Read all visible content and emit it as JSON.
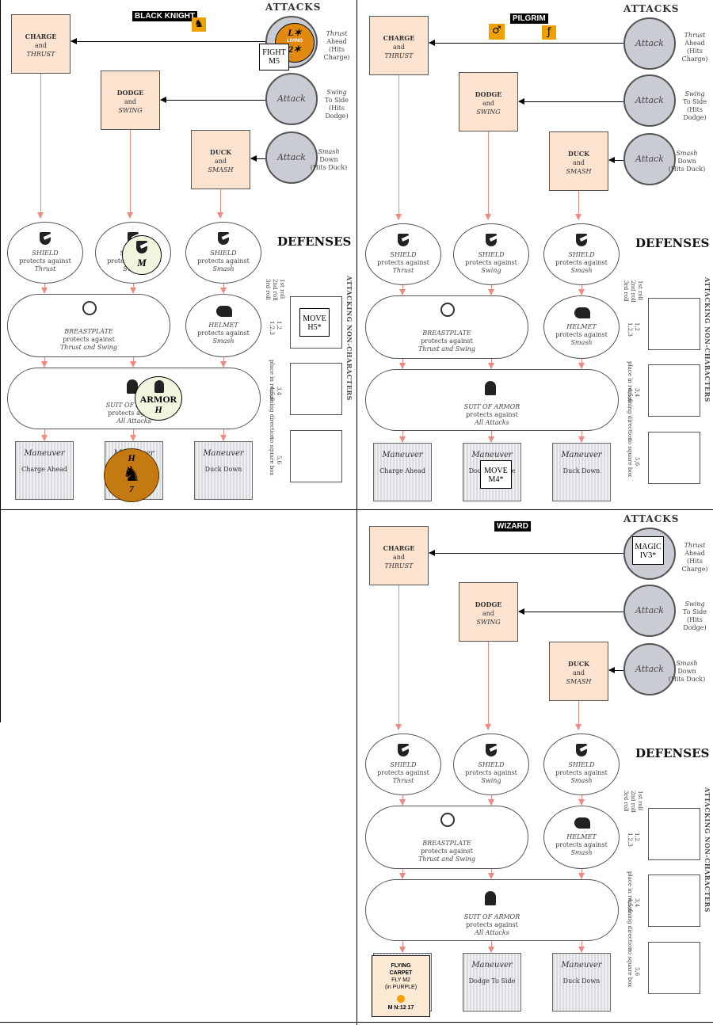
{
  "labels": {
    "attacks": "ATTACKS",
    "defenses": "DEFENSES",
    "nonchar": "ATTACKING NON-CHARACTERS",
    "rolls": [
      "1st roll",
      "2nd roll",
      "3rd roll"
    ],
    "roll_sets": [
      "1,2",
      "1,2,3",
      "3,4",
      "4,5,6",
      "5,6"
    ],
    "place_hint": "place in remaining direction",
    "to_box": "to square box"
  },
  "maneuvers": {
    "charge": {
      "l1": "CHARGE",
      "l2": "and",
      "l3": "THRUST"
    },
    "dodge": {
      "l1": "DODGE",
      "l2": "and",
      "l3": "SWING"
    },
    "duck": {
      "l1": "DUCK",
      "l2": "and",
      "l3": "SMASH"
    }
  },
  "attacks": {
    "word": "Attack",
    "thrust": {
      "a": "Thrust",
      "b": "Ahead",
      "c": "(Hits Charge)"
    },
    "swing": {
      "a": "Swing",
      "b": "To Side",
      "c": "(Hits Dodge)"
    },
    "smash": {
      "a": "Smash",
      "b": "Down",
      "c": "(Hits Duck)"
    }
  },
  "defenses": {
    "shield_name": "SHIELD",
    "protects": "protects against",
    "thrust": "Thrust",
    "swing": "Swing",
    "smash": "Smash",
    "breastplate": "BREASTPLATE",
    "thrust_swing": "Thrust and Swing",
    "helmet": "HELMET",
    "suit": "SUIT OF ARMOR",
    "all": "All Attacks"
  },
  "maneuver_boxes": {
    "title": "Maneuver",
    "charge": "Charge Ahead",
    "dodge": "Dodge To Side",
    "duck": "Duck Down"
  },
  "sheets": {
    "black_knight": {
      "name": "BLACK KNIGHT",
      "fight_chit": [
        "FIGHT",
        "M5"
      ],
      "move_chit": [
        "MOVE",
        "H5*"
      ],
      "living_chit": {
        "top": "L✶",
        "mid": "LIVING",
        "bot": "2✶"
      },
      "shield_chit": "M",
      "armor_chit": [
        "ARMOR",
        "H"
      ],
      "horse_chit": {
        "top": "H",
        "bot": "7"
      }
    },
    "pilgrim": {
      "name": "PILGRIM",
      "move_chit": [
        "MOVE",
        "M4*"
      ]
    },
    "wizard": {
      "name": "WIZARD",
      "magic_chit": [
        "MAGIC",
        "IV3*"
      ],
      "carpet": {
        "l1": "FLYING",
        "l2": "CARPET",
        "l3": "FLY M2",
        "l4": "(in PURPLE)",
        "foot": "M N:12 17"
      }
    }
  }
}
